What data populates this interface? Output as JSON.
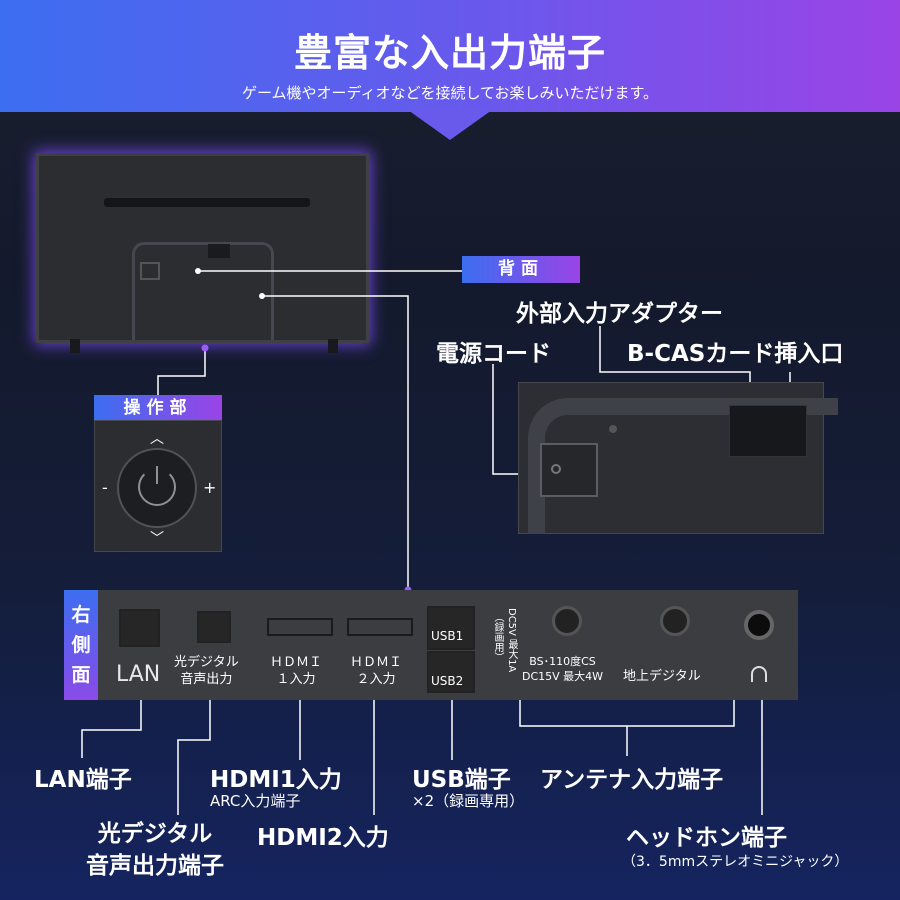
{
  "header": {
    "title": "豊富な入出力端子",
    "subtitle": "ゲーム機やオーディオなどを接続してお楽しみいただけます。"
  },
  "labels": {
    "back": "背面",
    "control": "操作部",
    "right_side": "右側面"
  },
  "control_panel": {
    "minus": "-",
    "plus": "+",
    "up": "︿",
    "down": "﹀"
  },
  "back_callouts": {
    "power_cord": "電源コード",
    "external_adapter": "外部入力アダプター",
    "bcas": "B-CASカード挿入口"
  },
  "side_panel": {
    "lan": "LAN",
    "optical": "光デジタル\n音声出力",
    "hdmi1": "ＨＤＭＩ\n１入力",
    "hdmi2": "ＨＤＭＩ\n２入力",
    "usb1": "USB1",
    "usb2": "USB2",
    "usb_spec": "DC5V 最大1A",
    "usb_note": "（録画用）",
    "bs_cs": "BS･110度CS\nDC15V 最大4W",
    "terrestrial": "地上デジタル"
  },
  "callouts": {
    "lan": "LAN端子",
    "hdmi1": "HDMI1入力",
    "hdmi1_sub": "ARC入力端子",
    "usb": "USB端子",
    "usb_sub": "×2（録画専用）",
    "antenna": "アンテナ入力端子",
    "optical": "光デジタル\n音声出力端子",
    "hdmi2": "HDMI2入力",
    "headphone": "ヘッドホン端子",
    "headphone_sub": "（3．5mmステレオミニジャック）"
  },
  "colors": {
    "header_start": "#3c6ef0",
    "header_end": "#9a44e6",
    "line": "#ffffff"
  }
}
